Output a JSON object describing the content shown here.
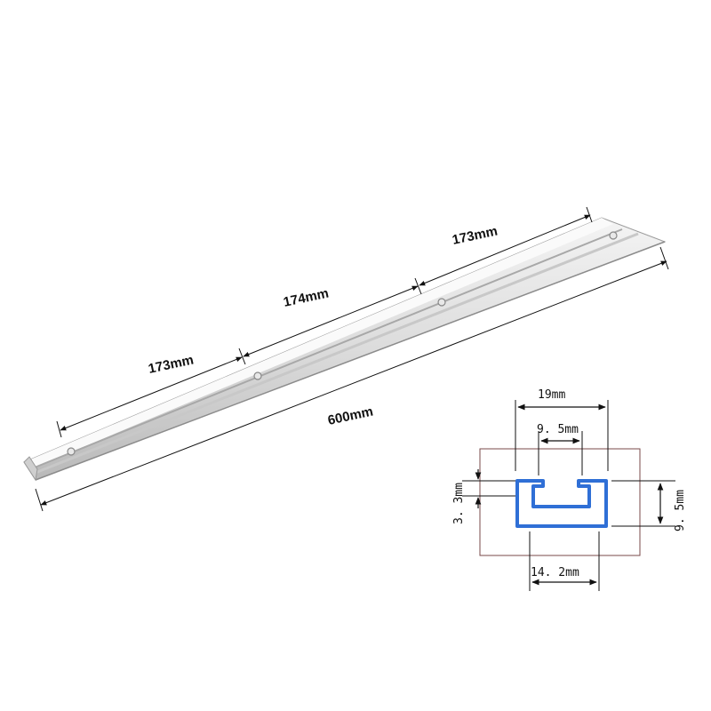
{
  "rail": {
    "segment_1": "173mm",
    "segment_2": "174mm",
    "segment_3": "173mm",
    "total_length": "600mm"
  },
  "cross_section": {
    "overall_width": "19mm",
    "slot_opening": "9. 5mm",
    "lip_thickness": "3. 3mm",
    "height": "9. 5mm",
    "bottom_width": "14. 2mm"
  },
  "colors": {
    "profile_outline": "#2f6fd6",
    "dimension_line": "#111111",
    "frame_line": "#7a4a4a"
  }
}
